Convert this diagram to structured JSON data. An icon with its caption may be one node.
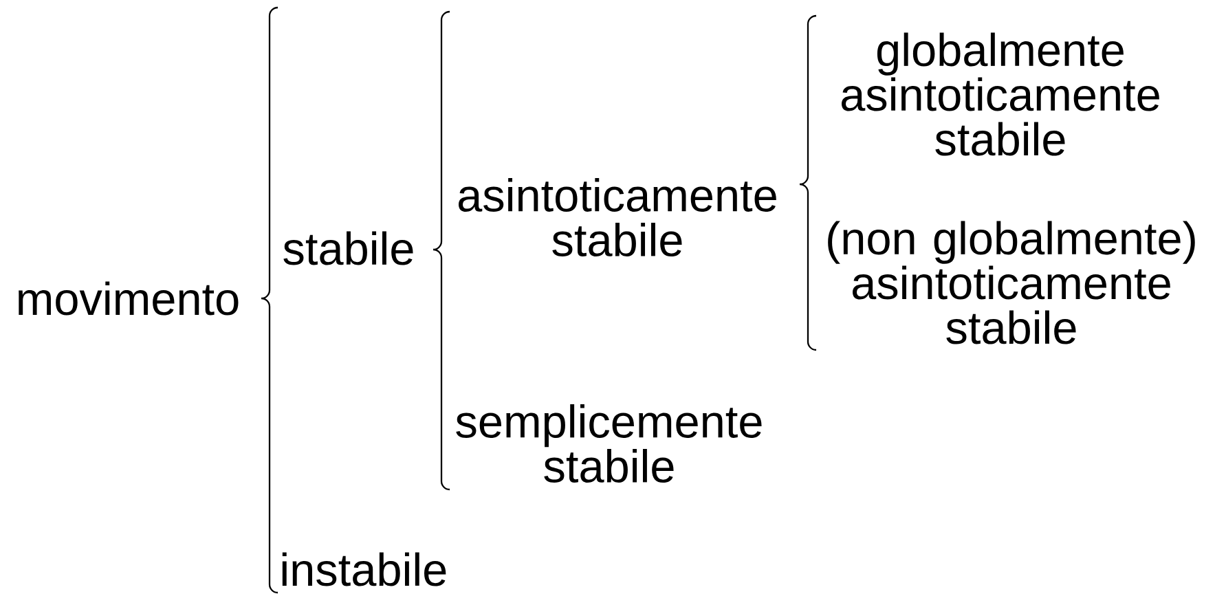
{
  "diagram": {
    "labels": [
      "movimento",
      "stabile",
      "asintoticamente stabile",
      "globalmente asintoticamente stabile",
      "(non globalmente) asintoticamente stabile",
      "semplicemente stabile",
      "instabile"
    ]
  }
}
